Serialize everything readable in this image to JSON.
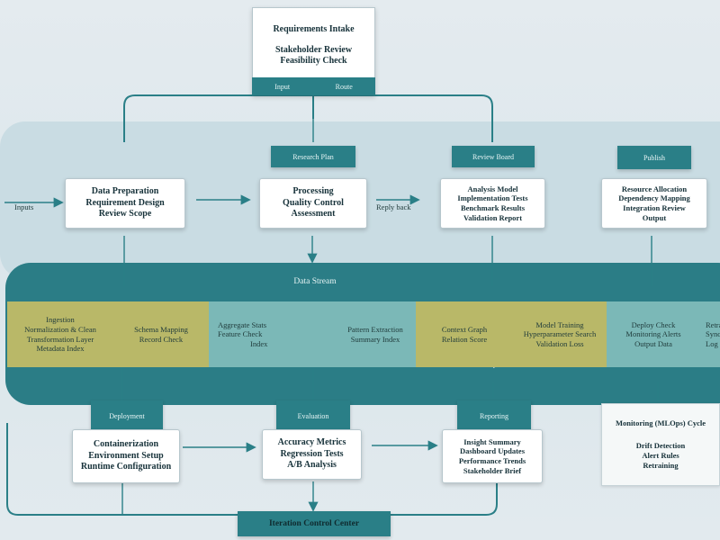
{
  "top_box": {
    "lines": [
      "Requirements Intake",
      "Stakeholder Review",
      "Feasibility Check"
    ],
    "footer_left": "Input",
    "footer_right": "Route"
  },
  "row1": {
    "left_label": "Inputs",
    "mid_label": "Reply back",
    "tabs": [
      "Research Plan",
      "Review Board",
      "Publish"
    ],
    "boxes": [
      {
        "lines": [
          "Data Preparation",
          "Requirement Design",
          "Review Scope"
        ]
      },
      {
        "lines": [
          "Processing",
          "Quality Control",
          "Assessment"
        ]
      },
      {
        "lines": [
          "Analysis Model",
          "Implementation Tests",
          "Benchmark Results",
          "Validation Report"
        ]
      },
      {
        "lines": [
          "Resource Allocation",
          "Dependency Mapping",
          "Integration Review",
          "Output"
        ]
      }
    ]
  },
  "band": {
    "title": "Data Stream",
    "cells": [
      {
        "lines": [
          "Ingestion",
          "Normalization & Clean",
          "Transformation Layer",
          "Metadata Index"
        ]
      },
      {
        "lines": [
          "Schema Mapping",
          "Record Check"
        ]
      },
      {
        "lines": [
          "Aggregate Stats",
          "Feature Check",
          "Index"
        ]
      },
      {
        "lines": [
          "Pattern Extraction",
          "Summary Index"
        ]
      },
      {
        "lines": [
          "Context Graph",
          "Relation Score"
        ]
      },
      {
        "lines": [
          "Model Training",
          "Hyperparameter Search",
          "Validation Loss"
        ]
      },
      {
        "lines": [
          "Deploy Check",
          "Monitoring Alerts",
          "Output Data"
        ]
      },
      {
        "lines": [
          "Retrain",
          "Sync",
          "Log"
        ]
      }
    ]
  },
  "row2": {
    "tabs": [
      "Deployment",
      "Evaluation",
      "Reporting"
    ],
    "boxes": [
      {
        "lines": [
          "Containerization",
          "Environment Setup",
          "Runtime Configuration"
        ]
      },
      {
        "lines": [
          "Accuracy Metrics",
          "Regression Tests",
          "A/B Analysis"
        ]
      },
      {
        "lines": [
          "Insight Summary",
          "Dashboard Updates",
          "Performance Trends",
          "Stakeholder Brief"
        ]
      }
    ],
    "side_box": {
      "title": "Monitoring (MLOps) Cycle",
      "lines": [
        "Drift Detection",
        "Alert Rules",
        "Retraining"
      ]
    }
  },
  "footer": {
    "label": "Iteration Control Center"
  },
  "colors": {
    "teal": "#2a7f87",
    "olive": "#b9b868",
    "light_teal": "#7bb8b7"
  }
}
